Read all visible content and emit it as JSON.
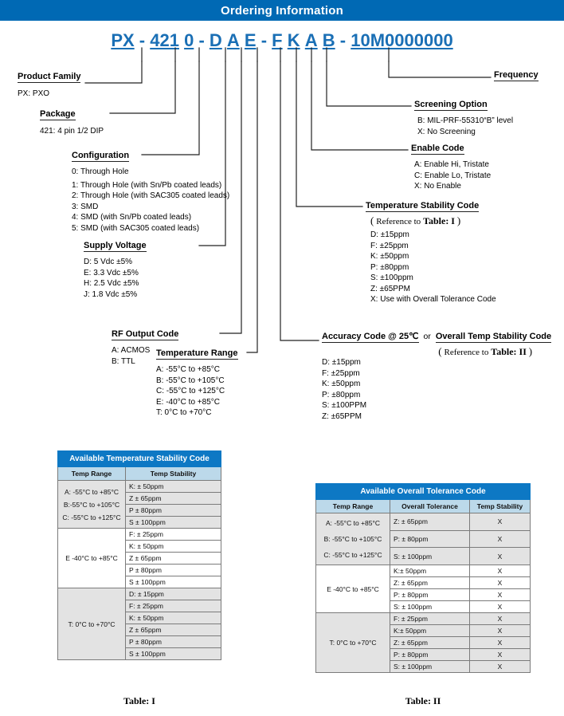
{
  "header": {
    "title": "Ordering Information"
  },
  "part_number": {
    "segments": [
      {
        "text": "PX",
        "underline": true
      },
      {
        "text": " - ",
        "underline": false
      },
      {
        "text": "421",
        "underline": true
      },
      {
        "text": " ",
        "underline": false
      },
      {
        "text": "0",
        "underline": true
      },
      {
        "text": " - ",
        "underline": false
      },
      {
        "text": "D",
        "underline": true
      },
      {
        "text": " ",
        "underline": false
      },
      {
        "text": "A",
        "underline": true
      },
      {
        "text": " ",
        "underline": false
      },
      {
        "text": "E",
        "underline": true
      },
      {
        "text": " - ",
        "underline": false
      },
      {
        "text": "F",
        "underline": true
      },
      {
        "text": " ",
        "underline": false
      },
      {
        "text": "K",
        "underline": true
      },
      {
        "text": " ",
        "underline": false
      },
      {
        "text": "A",
        "underline": true
      },
      {
        "text": " ",
        "underline": false
      },
      {
        "text": "B",
        "underline": true
      },
      {
        "text": " - ",
        "underline": false
      },
      {
        "text": "10M0000000",
        "underline": true
      }
    ],
    "full": "PX - 421 0 - D A E - F K A B - 10M0000000"
  },
  "callouts": {
    "product_family": {
      "title": "Product Family",
      "lines": [
        "PX: PXO"
      ]
    },
    "package": {
      "title": "Package",
      "lines": [
        "421: 4 pin 1/2 DIP"
      ]
    },
    "configuration": {
      "title": "Configuration",
      "lines": [
        "0: Through Hole",
        "1: Through Hole (with Sn/Pb coated leads)",
        "2: Through Hole (with SAC305 coated leads)",
        "3: SMD",
        "4: SMD (with Sn/Pb coated leads)",
        "5: SMD (with SAC305 coated leads)"
      ]
    },
    "supply_voltage": {
      "title": "Supply Voltage",
      "lines": [
        "D: 5 Vdc ±5%",
        "E: 3.3 Vdc ±5%",
        "H: 2.5 Vdc ±5%",
        "J: 1.8 Vdc ±5%"
      ]
    },
    "rf_output_code": {
      "title": "RF Output Code",
      "lines": [
        "A: ACMOS",
        "B: TTL"
      ]
    },
    "temperature_range": {
      "title": "Temperature Range",
      "lines": [
        "A: -55°C to +85°C",
        "B: -55°C to +105°C",
        "C: -55°C to +125°C",
        "E: -40°C to +85°C",
        "T: 0°C to +70°C"
      ]
    },
    "frequency": {
      "title": "Frequency",
      "lines": []
    },
    "screening_option": {
      "title": "Screening Option",
      "lines": [
        "B: MIL-PRF-55310“B” level",
        "X: No Screening"
      ]
    },
    "enable_code": {
      "title": "Enable Code",
      "lines": [
        "A: Enable Hi, Tristate",
        "C: Enable Lo, Tristate",
        "X: No Enable"
      ]
    },
    "temp_stability_code": {
      "title": "Temperature Stability Code",
      "reference_prefix": "Reference to",
      "reference_table": "Table: I",
      "lines": [
        "D: ±15ppm",
        "F: ±25ppm",
        "K: ±50ppm",
        "P: ±80ppm",
        "S: ±100ppm",
        "Z: ±65PPM",
        "X: Use with Overall Tolerance Code"
      ]
    },
    "accuracy_code": {
      "title": "Accuracy Code @ 25℃",
      "or_word": "or",
      "alt_title": "Overall Temp Stability Code",
      "reference_prefix": "Reference to",
      "reference_table": "Table: II",
      "lines": [
        "D: ±15ppm",
        "F: ±25ppm",
        "K: ±50ppm",
        "P: ±80ppm",
        "S: ±100PPM",
        "Z: ±65PPM"
      ]
    }
  },
  "table_1": {
    "caption_bar": "Available Temperature Stability Code",
    "headers": [
      "Temp Range",
      "Temp Stability"
    ],
    "groups": [
      {
        "ranges": [
          "A: -55°C to +85°C",
          "B:-55°C to +105°C",
          "C: -55°C to +125°C"
        ],
        "shaded": true,
        "stability": [
          "K: ± 50ppm",
          "Z ± 65ppm",
          "P ± 80ppm",
          "S ± 100ppm"
        ]
      },
      {
        "ranges": [
          "E -40°C to +85°C"
        ],
        "shaded": false,
        "stability": [
          "F: ± 25ppm",
          "K: ± 50ppm",
          "Z ± 65ppm",
          "P ± 80ppm",
          "S ± 100ppm"
        ]
      },
      {
        "ranges": [
          "T: 0°C to +70°C"
        ],
        "shaded": true,
        "stability": [
          "D: ± 15ppm",
          "F: ± 25ppm",
          "K: ± 50ppm",
          "Z ± 65ppm",
          "P ± 80ppm",
          "S ± 100ppm"
        ]
      }
    ],
    "caption": "Table: I"
  },
  "table_2": {
    "caption_bar": "Available Overall Tolerance Code",
    "headers": [
      "Temp Range",
      "Overall Tolerance",
      "Temp Stability"
    ],
    "groups": [
      {
        "ranges": [
          "A: -55°C to +85°C",
          "B: -55°C to +105°C",
          "C: -55°C to +125°C"
        ],
        "shaded": true,
        "rows": [
          [
            "Z: ± 65ppm",
            "X"
          ],
          [
            "P: ± 80ppm",
            "X"
          ],
          [
            "S: ± 100ppm",
            "X"
          ]
        ]
      },
      {
        "ranges": [
          "E -40°C to +85°C"
        ],
        "shaded": false,
        "rows": [
          [
            "K:± 50ppm",
            "X"
          ],
          [
            "Z: ± 65ppm",
            "X"
          ],
          [
            "P: ± 80ppm",
            "X"
          ],
          [
            "S: ± 100ppm",
            "X"
          ]
        ]
      },
      {
        "ranges": [
          "T: 0°C to +70°C"
        ],
        "shaded": true,
        "rows": [
          [
            "F: ± 25ppm",
            "X"
          ],
          [
            "K:± 50ppm",
            "X"
          ],
          [
            "Z: ± 65ppm",
            "X"
          ],
          [
            "P: ± 80ppm",
            "X"
          ],
          [
            "S: ± 100ppm",
            "X"
          ]
        ]
      }
    ],
    "caption": "Table: II"
  },
  "colors": {
    "brand_blue": "#0069b4",
    "table_header_blue": "#0d78c4",
    "table_subheader_blue": "#bcd9ea",
    "part_number_blue": "#1a6fb5",
    "shaded_row": "#e3e3e3"
  }
}
